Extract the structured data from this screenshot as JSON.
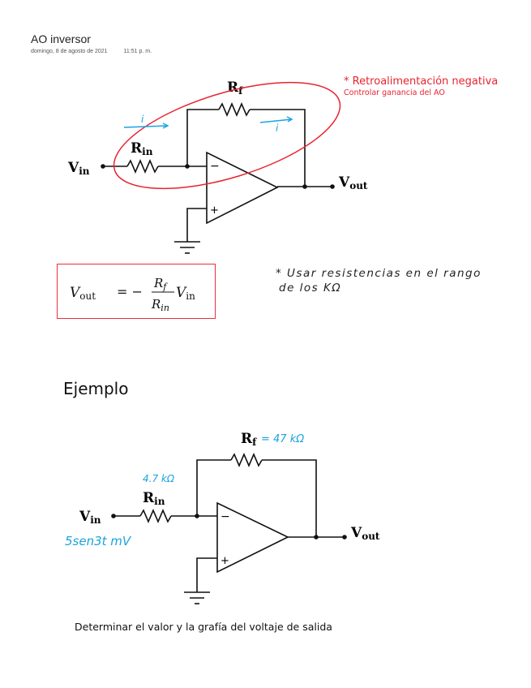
{
  "page": {
    "title": "AO inversor",
    "date": "domingo, 8 de agosto de 2021",
    "time": "11:51 p. m."
  },
  "annotations": {
    "feedback_title": "* Retroalimentación negativa",
    "feedback_subtitle": "Controlar ganancia del AO",
    "current_label_1": "i",
    "current_label_2": "i",
    "handwritten_note_line1": "* Usar resistencias en el rango",
    "handwritten_note_line2": "de los KΩ"
  },
  "circuit_top": {
    "vin_label": "V",
    "vin_sub": "in",
    "rin_label": "R",
    "rin_sub": "in",
    "rf_label": "R",
    "rf_sub": "f",
    "vout_label": "V",
    "vout_sub": "out",
    "minus": "−",
    "plus": "+"
  },
  "formula": {
    "lhs": "V",
    "lhs_sub": "out",
    "equals_minus": "= −",
    "num": "R",
    "num_sub": "f",
    "den": "R",
    "den_sub": "in",
    "tail": "V",
    "tail_sub": "in"
  },
  "example": {
    "heading": "Ejemplo",
    "rf_value": "= 47 kΩ",
    "rin_value": "4.7 kΩ",
    "vin_value": "5sen3t mV",
    "task": "Determinar el valor y la grafía del voltaje de salida"
  },
  "colors": {
    "accent_red": "#e8232f",
    "handwriting_blue": "#1aa3de"
  }
}
